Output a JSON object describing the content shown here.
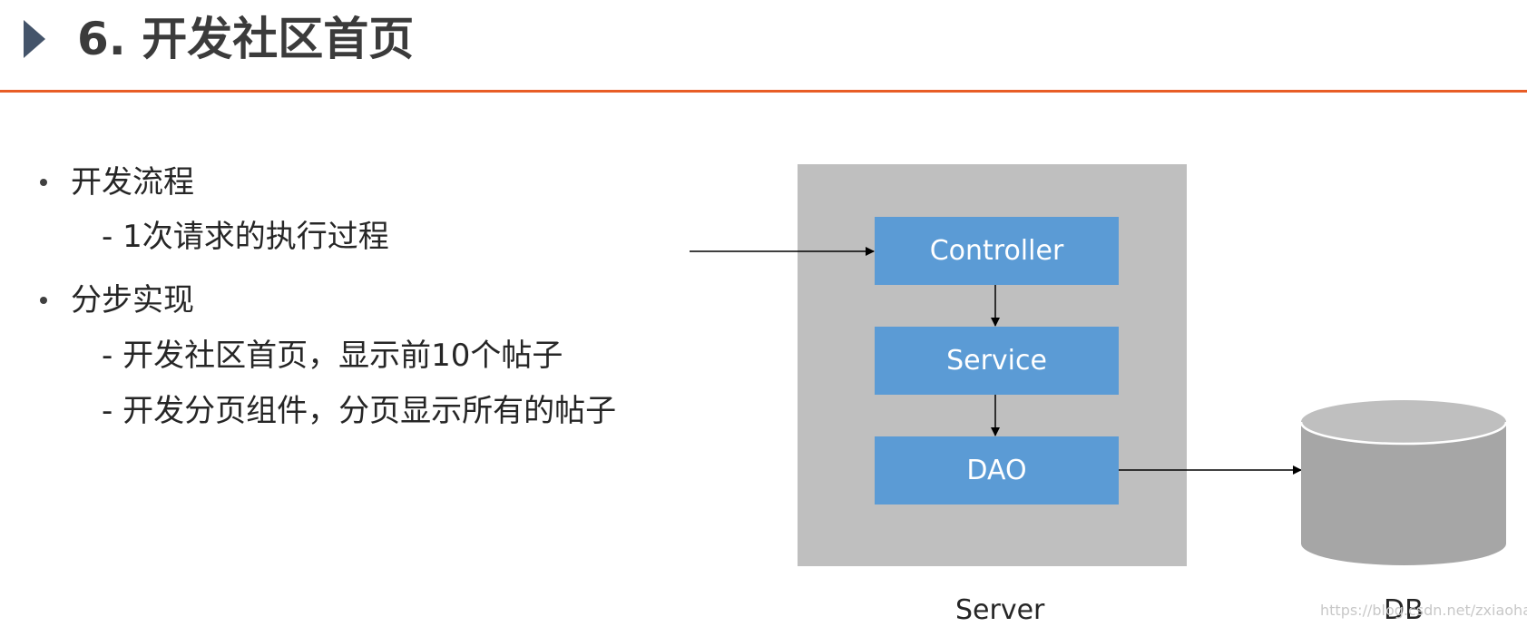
{
  "header": {
    "title": "6. 开发社区首页"
  },
  "outline": {
    "items": [
      {
        "label": "开发流程",
        "subitems": [
          "- 1次请求的执行过程"
        ]
      },
      {
        "label": "分步实现",
        "subitems": [
          "-  开发社区首页，显示前10个帖子",
          "-  开发分页组件，分页显示所有的帖子"
        ]
      }
    ]
  },
  "diagram": {
    "layers": [
      "Controller",
      "Service",
      "DAO"
    ],
    "server_label": "Server",
    "db_label": "DB"
  },
  "watermark": "https://blog.csdn.net/zxiaohaha",
  "colors": {
    "accent_rule": "#e85d26",
    "layer_fill": "#5b9bd5",
    "server_fill": "#bfbfbf",
    "db_fill": "#a6a6a6",
    "title_marker": "#44546a"
  }
}
